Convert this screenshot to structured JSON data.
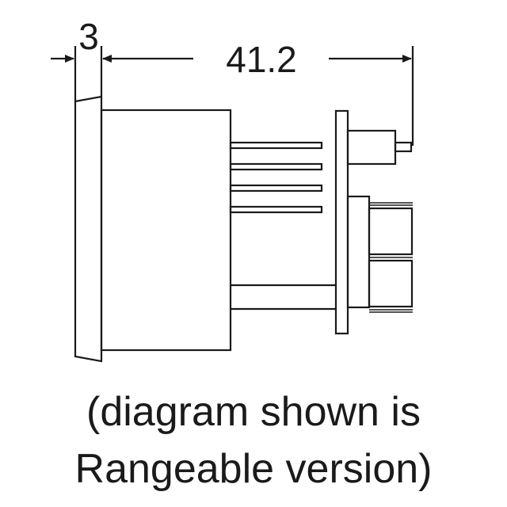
{
  "dimensions": {
    "bezel_thickness": "3",
    "overall_depth": "41.2"
  },
  "caption": {
    "line1": "(diagram shown is",
    "line2": "Rangeable version)"
  },
  "colors": {
    "line": "#1a1a1a",
    "background": "#ffffff"
  }
}
